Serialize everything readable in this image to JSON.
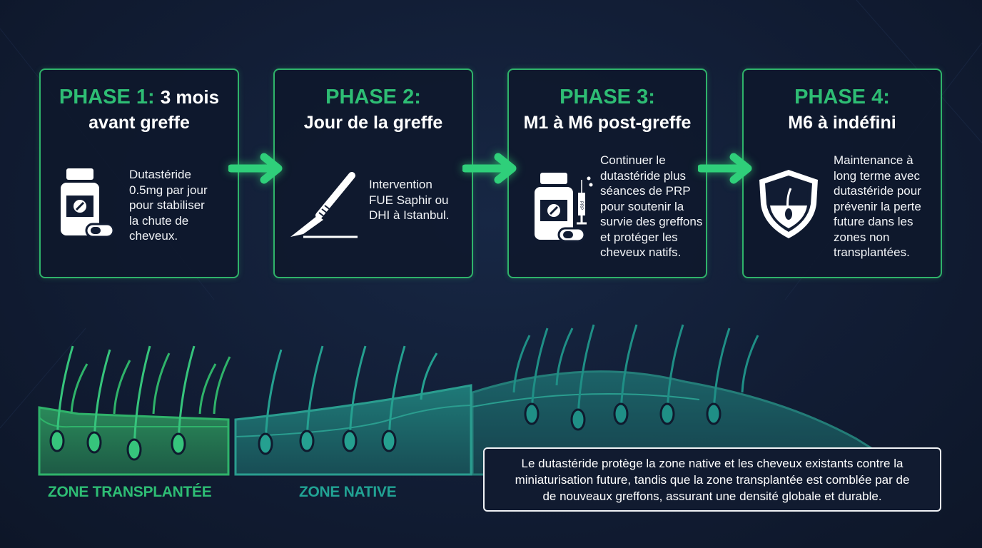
{
  "colors": {
    "accent": "#2ebd74",
    "border": "#2fb36a",
    "teal": "#1f9a8a",
    "background": "#111c33"
  },
  "phases": [
    {
      "label": "PHASE 1:",
      "subtitle_inline": "3 mois",
      "subtitle": "avant greffe",
      "icon": "pill-bottle-icon",
      "description": [
        "Dutastéride",
        "0.5mg par jour",
        "pour stabiliser",
        "la chute de",
        "cheveux."
      ]
    },
    {
      "label": "PHASE 2:",
      "subtitle": "Jour de la greffe",
      "icon": "scalpel-icon",
      "description": [
        "Intervention",
        "FUE Saphir ou",
        "DHI à Istanbul."
      ]
    },
    {
      "label": "PHASE 3:",
      "subtitle": "M1 à M6 post-greffe",
      "icon": "pill-bottle-syringe-icon",
      "icon_text": "PRP",
      "description": [
        "Continuer le",
        "dutastéride plus",
        "séances de PRP",
        "pour soutenir la",
        "survie des greffons",
        "et protéger les",
        "cheveux natifs."
      ]
    },
    {
      "label": "PHASE 4:",
      "subtitle": "M6 à indéfini",
      "icon": "shield-hair-icon",
      "description": [
        "Maintenance à",
        "long terme avec",
        "dutastéride pour",
        "prévenir la perte",
        "future dans les",
        "zones non",
        "transplantées."
      ]
    }
  ],
  "zones": {
    "transplanted": "ZONE TRANSPLANTÉE",
    "native": "ZONE NATIVE"
  },
  "note": [
    "Le dutastéride protège la zone native et les cheveux existants contre la",
    "miniaturisation future, tandis que la zone transplantée est comblée par de",
    "de nouveaux greffons, assurant une densité globale et durable."
  ]
}
